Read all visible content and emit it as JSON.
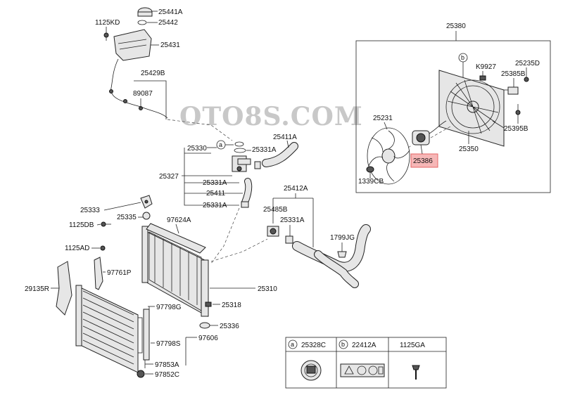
{
  "watermark": "OTO8S.COM",
  "callouts": {
    "c25441A": "25441A",
    "c25442": "25442",
    "c1125KD": "1125KD",
    "c25431": "25431",
    "c25429B": "25429B",
    "c89087": "89087",
    "c25330": "25330",
    "c25331A_1": "25331A",
    "c25411A": "25411A",
    "c25327": "25327",
    "c25331A_2": "25331A",
    "c25411": "25411",
    "c25331A_3": "25331A",
    "c25412A": "25412A",
    "c25333": "25333",
    "c25335": "25335",
    "c1125DB": "1125DB",
    "c97624A": "97624A",
    "c25485B": "25485B",
    "c25331A_4": "25331A",
    "c1799JG": "1799JG",
    "c1125AD": "1125AD",
    "c97761P": "97761P",
    "c29135R": "29135R",
    "c25310": "25310",
    "c97798G": "97798G",
    "c25318": "25318",
    "c25336": "25336",
    "c97798S": "97798S",
    "c97606": "97606",
    "c97853A": "97853A",
    "c97852C": "97852C",
    "c25380": "25380",
    "c25235D": "25235D",
    "cK9927": "K9927",
    "c25385B": "25385B",
    "c25231": "25231",
    "c25350": "25350",
    "c25395B": "25395B",
    "c25386": "25386",
    "c1339CB": "1339CB"
  },
  "markers": {
    "a": "a",
    "b": "b"
  },
  "legend": {
    "col1_marker": "a",
    "col1_code": "25328C",
    "col2_marker": "b",
    "col2_code": "22412A",
    "col3_code": "1125GA"
  },
  "highlight_color": "#f4a0a0"
}
